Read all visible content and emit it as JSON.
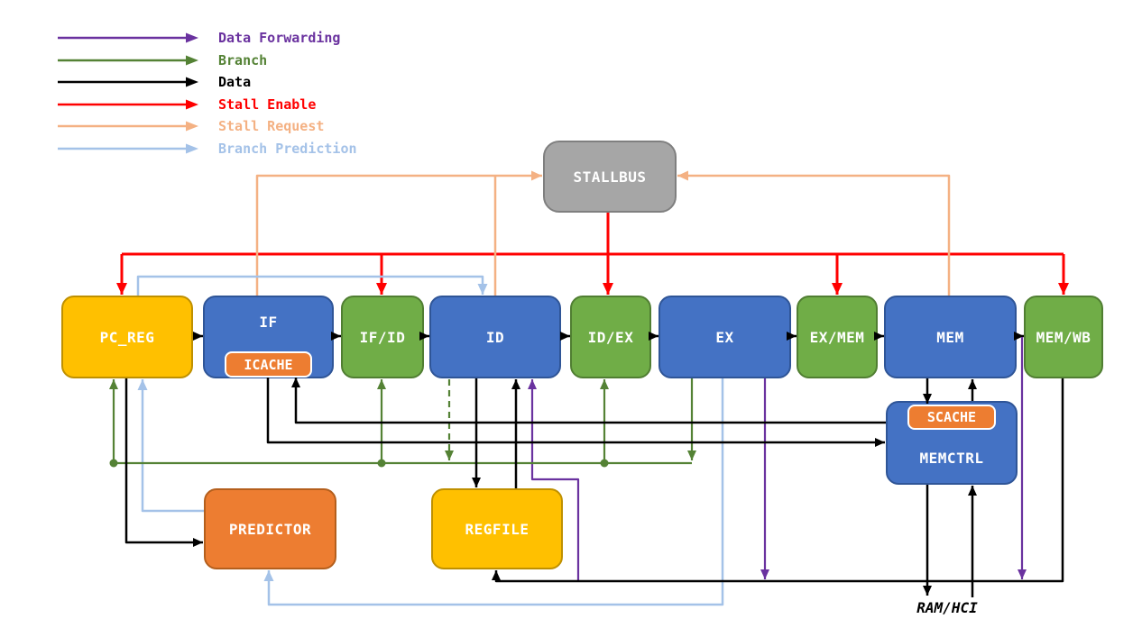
{
  "legend": {
    "items": [
      {
        "label": "Data Forwarding",
        "color": "#6A329F"
      },
      {
        "label": "Branch",
        "color": "#548235"
      },
      {
        "label": "Data",
        "color": "#000000"
      },
      {
        "label": "Stall Enable",
        "color": "#FF0000"
      },
      {
        "label": "Stall Request",
        "color": "#F4B183"
      },
      {
        "label": "Branch Prediction",
        "color": "#A4C2E8"
      }
    ]
  },
  "nodes": {
    "stallbus": {
      "label": "STALLBUS"
    },
    "pc_reg": {
      "label": "PC_REG"
    },
    "if": {
      "label": "IF"
    },
    "icache": {
      "label": "ICACHE"
    },
    "if_id": {
      "label": "IF/ID"
    },
    "id": {
      "label": "ID"
    },
    "id_ex": {
      "label": "ID/EX"
    },
    "ex": {
      "label": "EX"
    },
    "ex_mem": {
      "label": "EX/MEM"
    },
    "mem": {
      "label": "MEM"
    },
    "mem_wb": {
      "label": "MEM/WB"
    },
    "memctrl": {
      "label": "MEMCTRL"
    },
    "scache": {
      "label": "SCACHE"
    },
    "predictor": {
      "label": "PREDICTOR"
    },
    "regfile": {
      "label": "REGFILE"
    }
  },
  "external": {
    "ram_label": "RAM/HCI"
  },
  "colors": {
    "data_forwarding": "#6A329F",
    "branch": "#548235",
    "data": "#000000",
    "stall_enable": "#FF0000",
    "stall_request": "#F4B183",
    "branch_prediction": "#A4C2E8",
    "box_blue": "#4472C4",
    "box_blue_border": "#2F5597",
    "box_green": "#70AD47",
    "box_green_border": "#507E32",
    "box_yellow": "#FFC000",
    "box_yellow_border": "#BF9000",
    "box_orange": "#ED7D31",
    "box_orange_border": "#B45F1D",
    "box_gray": "#A6A6A6",
    "box_gray_border": "#7F7F7F"
  }
}
